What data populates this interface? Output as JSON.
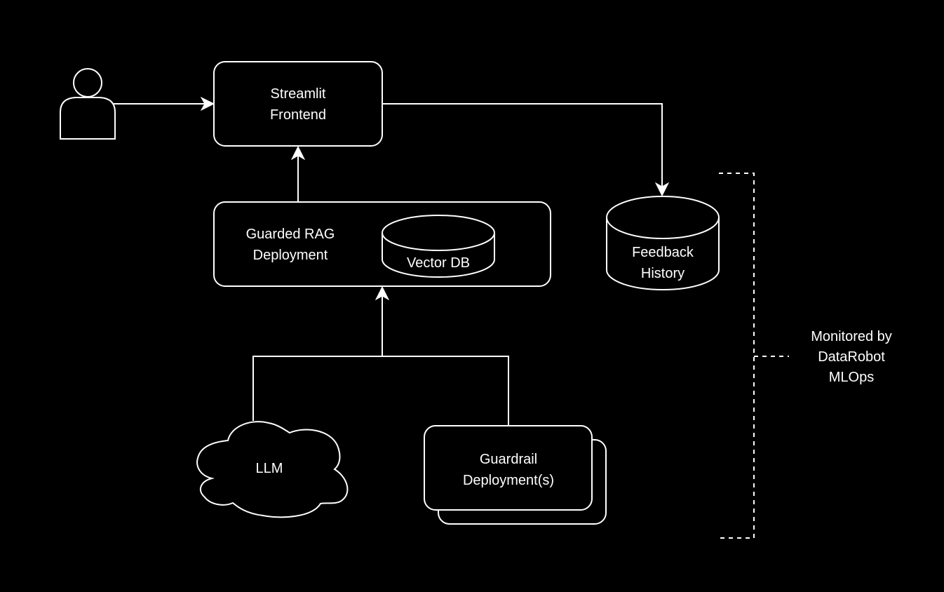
{
  "diagram": {
    "nodes": {
      "user": {
        "label": "",
        "icon": "user-icon"
      },
      "streamlit": {
        "lines": [
          "Streamlit",
          "Frontend"
        ]
      },
      "rag": {
        "lines": [
          "Guarded RAG",
          "Deployment"
        ]
      },
      "vectordb": {
        "lines": [
          "Vector DB"
        ]
      },
      "feedback": {
        "lines": [
          "Feedback",
          "History"
        ]
      },
      "llm": {
        "lines": [
          "LLM"
        ]
      },
      "guardrail": {
        "lines": [
          "Guardrail",
          "Deployment(s)"
        ]
      },
      "monitor": {
        "lines": [
          "Monitored by",
          "DataRobot",
          "MLOps"
        ]
      }
    },
    "edges": [
      {
        "from": "user",
        "to": "streamlit"
      },
      {
        "from": "streamlit",
        "to": "feedback"
      },
      {
        "from": "rag",
        "to": "streamlit"
      },
      {
        "from": "llm",
        "to": "rag"
      },
      {
        "from": "guardrail",
        "to": "rag"
      }
    ],
    "colors": {
      "background": "#000000",
      "foreground": "#ffffff"
    }
  }
}
